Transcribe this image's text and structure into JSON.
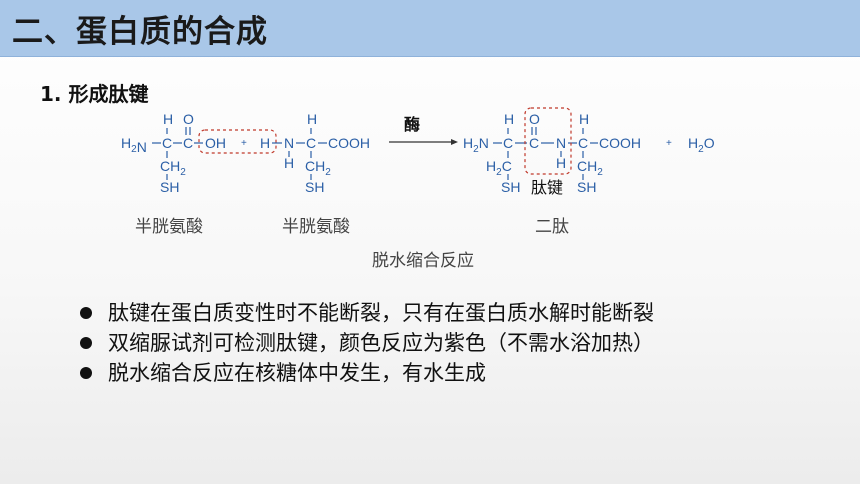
{
  "title": "二、蛋白质的合成",
  "section_title": "1. 形成肽键",
  "reaction": {
    "molecule1": {
      "amine": "H2N",
      "alpha_c": "C",
      "carbonyl_c": "C",
      "oxygen": "O",
      "hydroxyl": "OH",
      "h": "H",
      "side_chain_ch2": "CH2",
      "side_chain_sh": "SH",
      "name": "半胱氨酸"
    },
    "plus1": "+",
    "molecule2": {
      "h_left": "H",
      "nitrogen": "N",
      "alpha_c": "C",
      "carboxyl": "COOH",
      "h_top": "H",
      "h_bottom": "H",
      "side_chain_ch2": "CH2",
      "side_chain_sh": "SH",
      "name": "半胱氨酸"
    },
    "enzyme": "酶",
    "product": {
      "amine": "H2N",
      "alpha_c1": "C",
      "carbonyl_c": "C",
      "oxygen": "O",
      "nitrogen": "N",
      "alpha_c2": "C",
      "carboxyl": "COOH",
      "h1": "H",
      "h_n": "H",
      "h2": "H",
      "left_side": "H2C",
      "left_sh": "SH",
      "right_side": "CH2",
      "right_sh": "SH",
      "bond_label": "肽键",
      "name": "二肽"
    },
    "plus2": "+",
    "water": "H2O",
    "reaction_name": "脱水缩合反应"
  },
  "bullets": [
    "肽键在蛋白质变性时不能断裂，只有在蛋白质水解时能断裂",
    "双缩脲试剂可检测肽键，颜色反应为紫色（不需水浴加热）",
    "脱水缩合反应在核糖体中发生，有水生成"
  ],
  "colors": {
    "title_bar": "#a9c7e8",
    "chemical": "#2b5fa6",
    "highlight_box": "#c0392b"
  }
}
